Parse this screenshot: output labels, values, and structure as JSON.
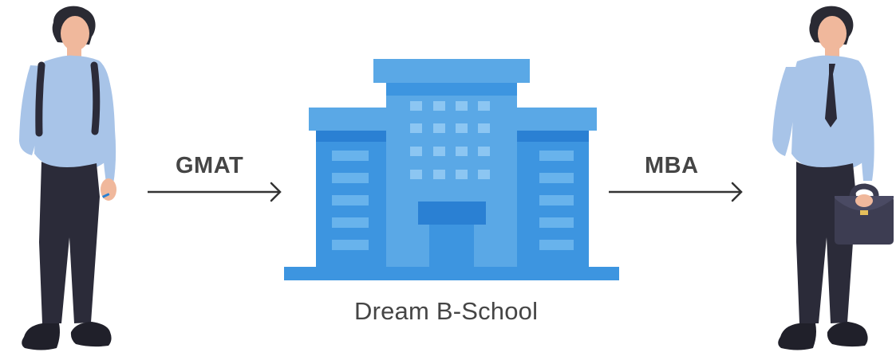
{
  "labels": {
    "step_one": "GMAT",
    "step_two": "MBA",
    "destination": "Dream B-School"
  },
  "icons": {
    "start": "student-with-backpack-icon",
    "school": "school-building-icon",
    "end": "professional-with-briefcase-icon"
  },
  "colors": {
    "text": "#454545",
    "building_light": "#5aa8e6",
    "building_mid": "#3d95e0",
    "building_dark": "#2a80d3",
    "shirt": "#a8c4e8",
    "trousers": "#2b2b39",
    "hair": "#2a2a33",
    "skin": "#f0b89c"
  }
}
